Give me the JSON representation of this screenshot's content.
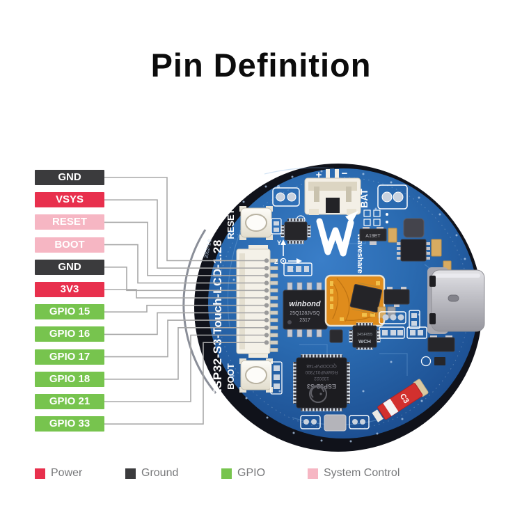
{
  "title": "Pin Definition",
  "pins": [
    {
      "label": "GND",
      "type": "ground"
    },
    {
      "label": "VSYS",
      "type": "power"
    },
    {
      "label": "RESET",
      "type": "system"
    },
    {
      "label": "BOOT",
      "type": "system"
    },
    {
      "label": "GND",
      "type": "ground"
    },
    {
      "label": "3V3",
      "type": "power"
    },
    {
      "label": "GPIO 15",
      "type": "gpio"
    },
    {
      "label": "GPIO 16",
      "type": "gpio"
    },
    {
      "label": "GPIO 17",
      "type": "gpio"
    },
    {
      "label": "GPIO 18",
      "type": "gpio"
    },
    {
      "label": "GPIO 21",
      "type": "gpio"
    },
    {
      "label": "GPIO 33",
      "type": "gpio"
    }
  ],
  "legend": [
    {
      "label": "Power",
      "type": "power"
    },
    {
      "label": "Ground",
      "type": "ground"
    },
    {
      "label": "GPIO",
      "type": "gpio"
    },
    {
      "label": "System Control",
      "type": "system"
    }
  ],
  "colors": {
    "power": "#e8304d",
    "ground": "#3b3b3d",
    "gpio": "#77c44e",
    "system": "#f6b6c3",
    "wire": "#a8a8a8",
    "legend_text": "#77787a",
    "pcb_blue": "#2a6ab0"
  },
  "board": {
    "battery": {
      "plus": "+",
      "minus": "−",
      "label": "BAT"
    },
    "reset_button": "RESET",
    "boot_button": "BOOT",
    "model": "ESP32-S3-Touch-LCD-1.28",
    "version": "2052-1.6",
    "brand": "Waveshare",
    "axis": {
      "x": "X",
      "y": "Y",
      "z": "Z"
    },
    "flash_chip": {
      "line1": "winbond",
      "line2": "25Q128JVSQ",
      "line3": "2317"
    },
    "usb_chip": {
      "line1": "34SF055",
      "line2": "WCH"
    },
    "regulator": "A19ET",
    "mcu": {
      "line1": "ESP32-S3",
      "line2": "132022",
      "line3": "RGWNP017300",
      "line4": "QCOOPVF748"
    },
    "cap_label": "C3"
  }
}
